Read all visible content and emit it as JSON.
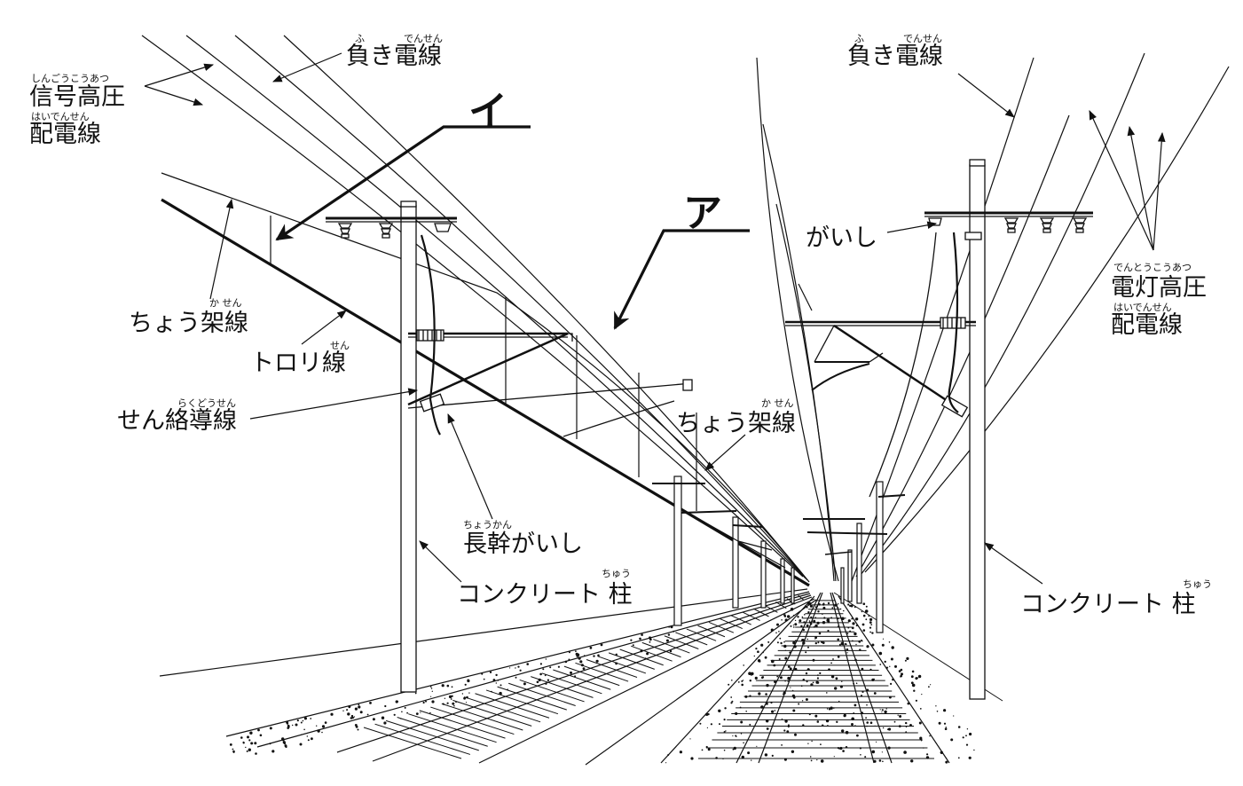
{
  "labels": {
    "fuki_densen_left": "負き電線",
    "fuki_densen_left_ruby_fu": "ふ",
    "fuki_densen_left_ruby_densen": "でんせん",
    "shingo_line1": "信号高圧",
    "shingo_line1_ruby": "しんごうこうあつ",
    "shingo_line2": "配電線",
    "shingo_line2_ruby": "はいでんせん",
    "marker_i": "イ",
    "marker_a": "ア",
    "choka_left": "ちょう架線",
    "choka_left_ruby": "か せん",
    "trolley": "トロリ線",
    "trolley_ruby": "せん",
    "senraku": "せん絡導線",
    "senraku_ruby": "らくどうせん",
    "choka_mid": "ちょう架線",
    "choka_mid_ruby": "か せん",
    "chokan": "長幹がいし",
    "chokan_ruby": "ちょうかん",
    "concrete_left": "コンクリート 柱",
    "concrete_left_ruby": "ちゅう",
    "fuki_densen_right": "負き電線",
    "fuki_densen_right_ruby_fu": "ふ",
    "fuki_densen_right_ruby_densen": "でんせん",
    "gaishi": "がいし",
    "dento_line1": "電灯高圧",
    "dento_line1_ruby": "でんとうこうあつ",
    "dento_line2": "配電線",
    "dento_line2_ruby": "はいでんせん",
    "concrete_right": "コンクリート 柱",
    "concrete_right_ruby": "ちゅう"
  },
  "colors": {
    "ink": "#111111",
    "background": "#ffffff"
  }
}
